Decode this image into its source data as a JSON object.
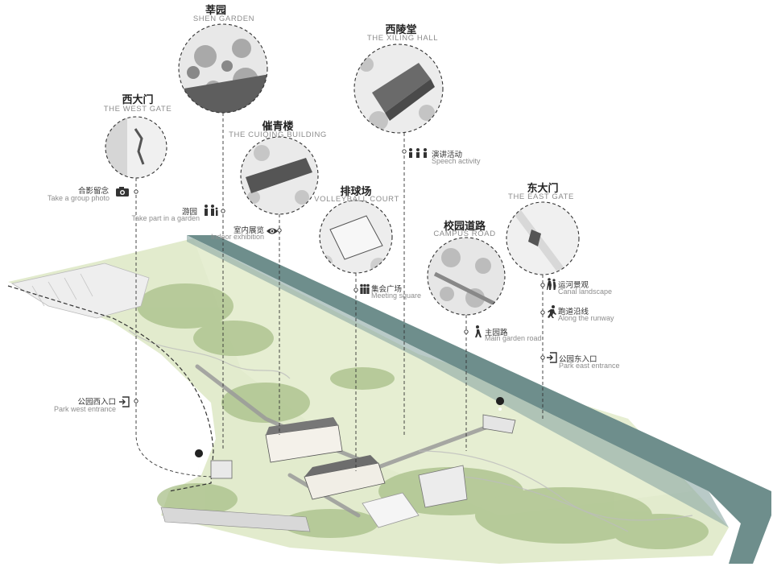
{
  "landmarks": [
    {
      "id": "shen-garden",
      "zh": "莘园",
      "en": "SHEN GARDEN"
    },
    {
      "id": "xiling-hall",
      "zh": "西陵堂",
      "en": "THE XILING HALL"
    },
    {
      "id": "west-gate",
      "zh": "西大门",
      "en": "THE WEST GATE"
    },
    {
      "id": "cuiqing-building",
      "zh": "催青楼",
      "en": "THE CUIQING BUILDING"
    },
    {
      "id": "volleyball-court",
      "zh": "排球场",
      "en": "VOLLEYBALL COURT"
    },
    {
      "id": "campus-road",
      "zh": "校园道路",
      "en": "CAMPUS ROAD"
    },
    {
      "id": "east-gate",
      "zh": "东大门",
      "en": "THE EAST GATE"
    }
  ],
  "activities": [
    {
      "id": "group-photo",
      "zh": "合影留念",
      "en": "Take a group photo",
      "icon": "camera-icon"
    },
    {
      "id": "garden",
      "zh": "游园",
      "en": "Take part in a garden",
      "icon": "people-icon"
    },
    {
      "id": "indoor",
      "zh": "室内展览",
      "en": "Indoor exhibition",
      "icon": "eye-icon"
    },
    {
      "id": "speech",
      "zh": "演讲活动",
      "en": "Speech activity",
      "icon": "audience-icon"
    },
    {
      "id": "meeting",
      "zh": "集会广场",
      "en": "Meeting square",
      "icon": "group-icon"
    },
    {
      "id": "main-road",
      "zh": "主园路",
      "en": "Main garden road",
      "icon": "walker-icon"
    },
    {
      "id": "canal",
      "zh": "运河景观",
      "en": "Canal landscape",
      "icon": "hikers-icon"
    },
    {
      "id": "runway",
      "zh": "跑道沿线",
      "en": "Along the runway",
      "icon": "runner-icon"
    },
    {
      "id": "east-entrance",
      "zh": "公园东入口",
      "en": "Park east entrance",
      "icon": "entrance-icon"
    },
    {
      "id": "west-entrance",
      "zh": "公园西入口",
      "en": "Park west entrance",
      "icon": "entrance-icon"
    }
  ],
  "colors": {
    "canal": "#6e8e8c",
    "lawn": "#dce7c4",
    "trees": "#a9bf8a",
    "roads": "#8f8f8f",
    "leader_lines": "#333333"
  }
}
